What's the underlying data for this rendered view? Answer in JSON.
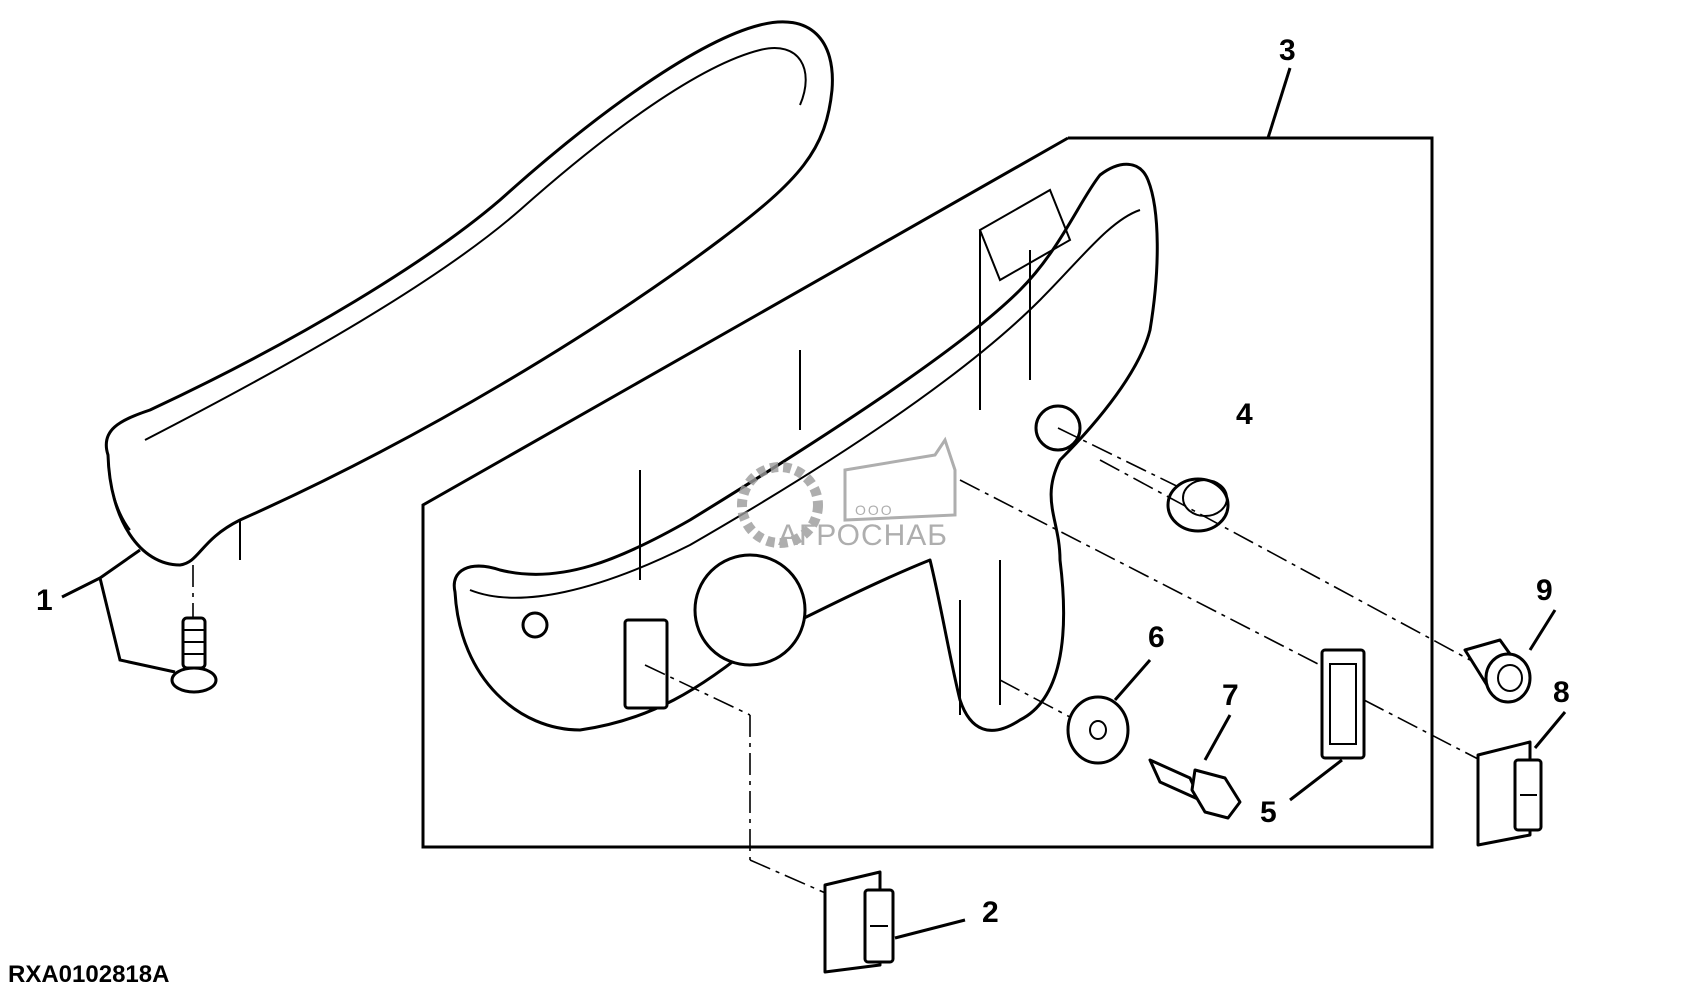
{
  "callouts": [
    {
      "id": "1",
      "text": "1"
    },
    {
      "id": "2",
      "text": "2"
    },
    {
      "id": "3",
      "text": "3"
    },
    {
      "id": "4",
      "text": "4"
    },
    {
      "id": "5",
      "text": "5"
    },
    {
      "id": "6",
      "text": "6"
    },
    {
      "id": "7",
      "text": "7"
    },
    {
      "id": "8",
      "text": "8"
    },
    {
      "id": "9",
      "text": "9"
    }
  ],
  "figure_code": "RXA0102818A",
  "watermark": {
    "brand": "АГРОСНАБ",
    "prefix": "ООО"
  }
}
